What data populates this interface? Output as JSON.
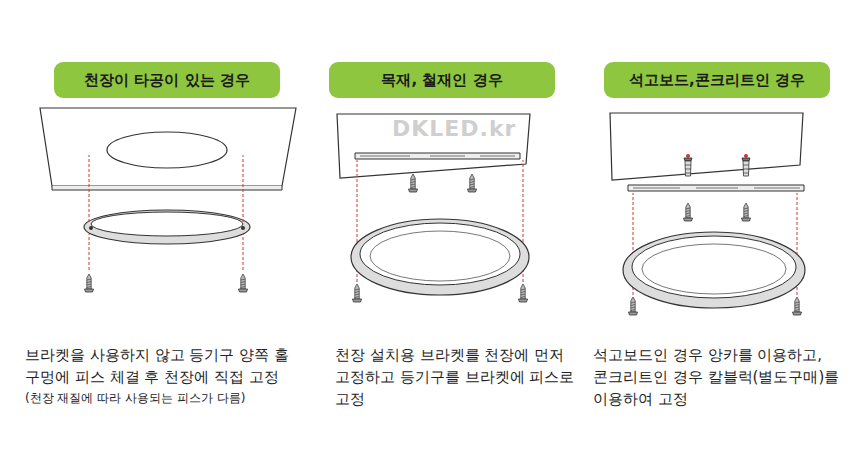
{
  "diagram": {
    "nodes": [
      {
        "text": [
          "천장이 타공이 있는 경우"
        ]
      },
      {
        "text": [
          "목재, 철재인 경우"
        ]
      },
      {
        "text": [
          "석고보드,콘크리트인 경우"
        ]
      }
    ],
    "labels": [
      "DKLED.kr",
      "브라켓을 사용하지 않고 등기구 양쪽 홀 구멍에 피스 체결 후 천장에 직접 고정",
      "(천장 재질에 따라 사용되는 피스가 다름)",
      "천장 설치용 브라켓를 천장에 먼저 고정하고 등기구를 브라켓에 피스로 고정",
      "석고보드인 경우 앙카를 이용하고, 콘크리트인 경우 칼블럭(별도구매)를 이용하여 고정"
    ]
  }
}
